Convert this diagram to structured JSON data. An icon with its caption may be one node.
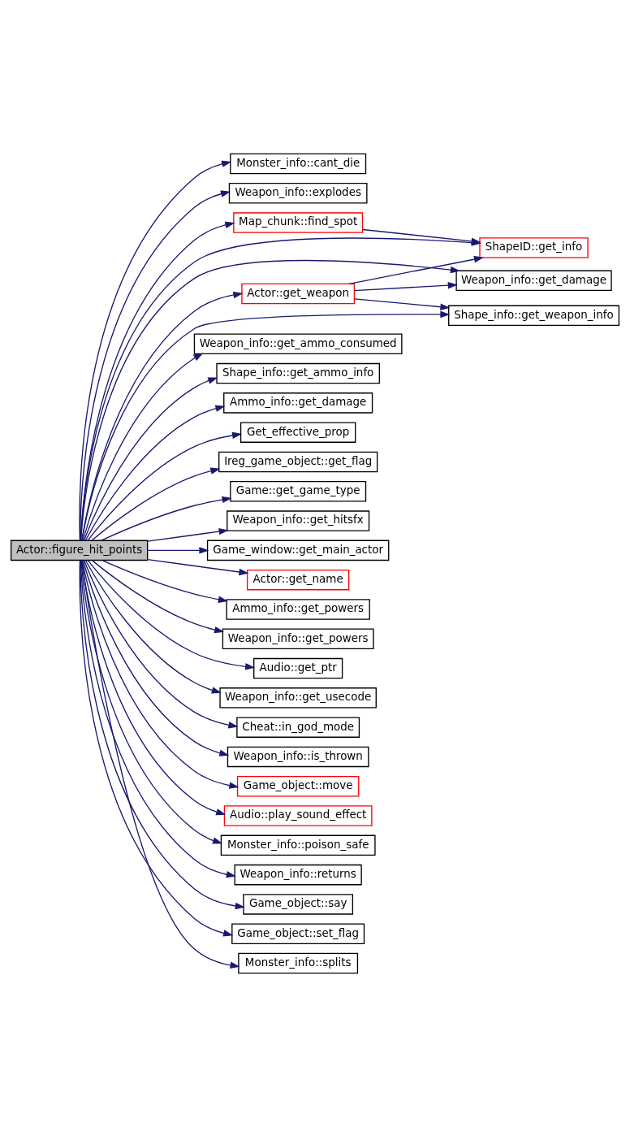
{
  "diagram": {
    "nodes": [
      {
        "text": [
          "Actor::figure_hit_points"
        ]
      },
      {
        "text": [
          "Monster_info::cant_die"
        ]
      },
      {
        "text": [
          "Weapon_info::explodes"
        ]
      },
      {
        "text": [
          "Map_chunk::find_spot"
        ]
      },
      {
        "text": [
          "ShapeID::get_info"
        ]
      },
      {
        "text": [
          "Actor::get_weapon"
        ]
      },
      {
        "text": [
          "Weapon_info::get_damage"
        ]
      },
      {
        "text": [
          "Shape_info::get_weapon_info"
        ]
      },
      {
        "text": [
          "Weapon_info::get_ammo_consumed"
        ]
      },
      {
        "text": [
          "Shape_info::get_ammo_info"
        ]
      },
      {
        "text": [
          "Ammo_info::get_damage"
        ]
      },
      {
        "text": [
          "Get_effective_prop"
        ]
      },
      {
        "text": [
          "Ireg_game_object::get_flag"
        ]
      },
      {
        "text": [
          "Game::get_game_type"
        ]
      },
      {
        "text": [
          "Weapon_info::get_hitsfx"
        ]
      },
      {
        "text": [
          "Game_window::get_main_actor"
        ]
      },
      {
        "text": [
          "Actor::get_name"
        ]
      },
      {
        "text": [
          "Ammo_info::get_powers"
        ]
      },
      {
        "text": [
          "Weapon_info::get_powers"
        ]
      },
      {
        "text": [
          "Audio::get_ptr"
        ]
      },
      {
        "text": [
          "Weapon_info::get_usecode"
        ]
      },
      {
        "text": [
          "Cheat::in_god_mode"
        ]
      },
      {
        "text": [
          "Weapon_info::is_thrown"
        ]
      },
      {
        "text": [
          "Game_object::move"
        ]
      },
      {
        "text": [
          "Audio::play_sound_effect"
        ]
      },
      {
        "text": [
          "Monster_info::poison_safe"
        ]
      },
      {
        "text": [
          "Weapon_info::returns"
        ]
      },
      {
        "text": [
          "Game_object::say"
        ]
      },
      {
        "text": [
          "Game_object::set_flag"
        ]
      },
      {
        "text": [
          "Monster_info::splits"
        ]
      }
    ],
    "edges": [
      {
        "from": 0,
        "to": 1,
        "arrow": "to"
      },
      {
        "from": 0,
        "to": 2,
        "arrow": "to"
      },
      {
        "from": 0,
        "to": 3,
        "arrow": "to"
      },
      {
        "from": 3,
        "to": 4,
        "arrow": "to"
      },
      {
        "from": 0,
        "to": 4,
        "arrow": "to"
      },
      {
        "from": 0,
        "to": 6,
        "arrow": "to"
      },
      {
        "from": 0,
        "to": 5,
        "arrow": "to"
      },
      {
        "from": 5,
        "to": 4,
        "arrow": "to"
      },
      {
        "from": 5,
        "to": 6,
        "arrow": "to"
      },
      {
        "from": 5,
        "to": 7,
        "arrow": "to"
      },
      {
        "from": 0,
        "to": 7,
        "arrow": "to"
      },
      {
        "from": 0,
        "to": 8,
        "arrow": "to"
      },
      {
        "from": 0,
        "to": 9,
        "arrow": "to"
      },
      {
        "from": 0,
        "to": 10,
        "arrow": "to"
      },
      {
        "from": 0,
        "to": 11,
        "arrow": "to"
      },
      {
        "from": 0,
        "to": 12,
        "arrow": "to"
      },
      {
        "from": 0,
        "to": 13,
        "arrow": "to"
      },
      {
        "from": 0,
        "to": 14,
        "arrow": "to"
      },
      {
        "from": 0,
        "to": 15,
        "arrow": "to"
      },
      {
        "from": 0,
        "to": 16,
        "arrow": "to"
      },
      {
        "from": 0,
        "to": 17,
        "arrow": "to"
      },
      {
        "from": 0,
        "to": 18,
        "arrow": "to"
      },
      {
        "from": 0,
        "to": 19,
        "arrow": "to"
      },
      {
        "from": 0,
        "to": 20,
        "arrow": "to"
      },
      {
        "from": 0,
        "to": 21,
        "arrow": "to"
      },
      {
        "from": 0,
        "to": 22,
        "arrow": "to"
      },
      {
        "from": 0,
        "to": 23,
        "arrow": "to"
      },
      {
        "from": 0,
        "to": 24,
        "arrow": "to"
      },
      {
        "from": 0,
        "to": 25,
        "arrow": "to"
      },
      {
        "from": 0,
        "to": 26,
        "arrow": "to"
      },
      {
        "from": 0,
        "to": 27,
        "arrow": "to"
      },
      {
        "from": 0,
        "to": 28,
        "arrow": "to"
      },
      {
        "from": 0,
        "to": 29,
        "arrow": "to"
      }
    ]
  }
}
